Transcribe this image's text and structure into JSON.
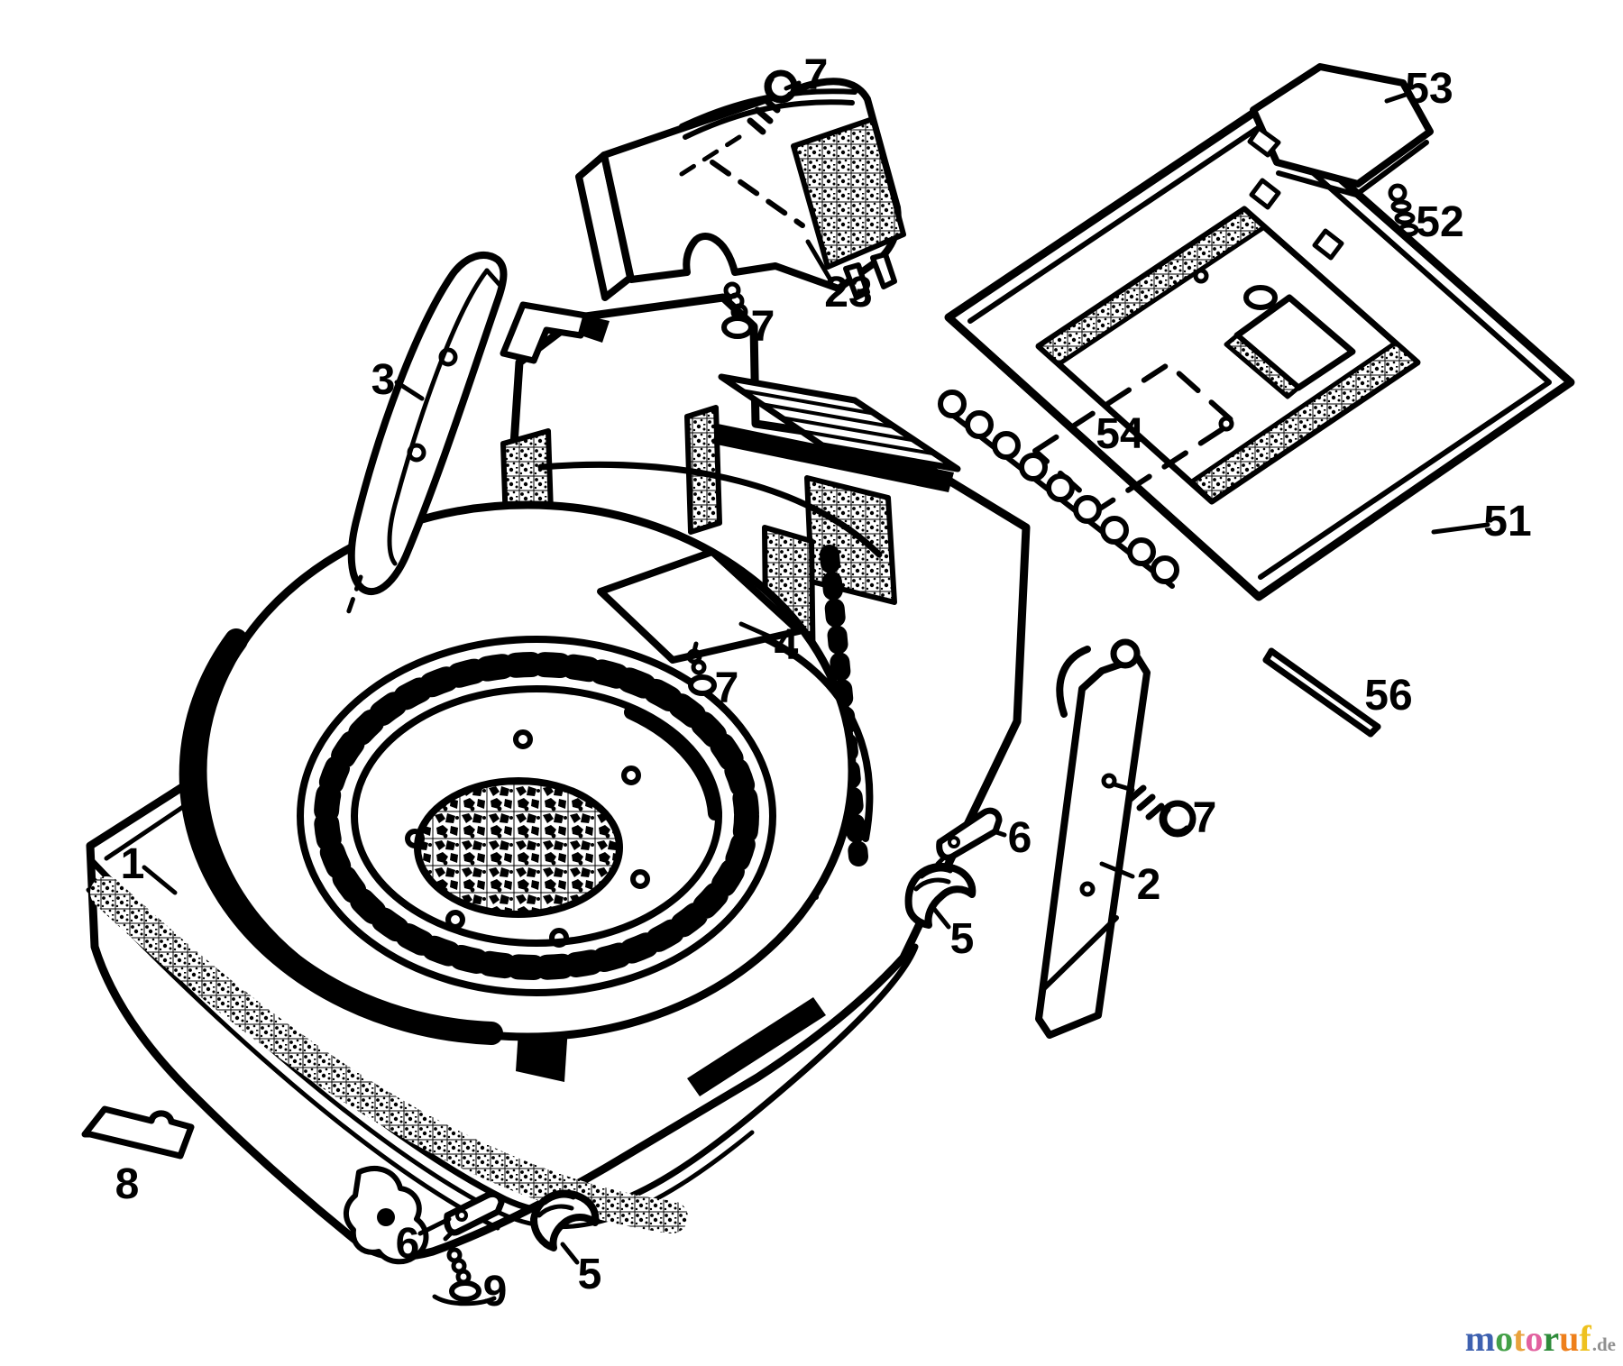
{
  "figure": {
    "type": "exploded-parts-diagram",
    "background_color": "#ffffff",
    "line_color": "#000000"
  },
  "part_labels": [
    {
      "id": "7a",
      "text": "7"
    },
    {
      "id": "23",
      "text": "23"
    },
    {
      "id": "7b",
      "text": "7"
    },
    {
      "id": "3",
      "text": "3"
    },
    {
      "id": "53",
      "text": "53"
    },
    {
      "id": "52",
      "text": "52"
    },
    {
      "id": "54",
      "text": "54"
    },
    {
      "id": "51",
      "text": "51"
    },
    {
      "id": "56",
      "text": "56"
    },
    {
      "id": "4",
      "text": "4"
    },
    {
      "id": "7m",
      "text": "7"
    },
    {
      "id": "6r",
      "text": "6"
    },
    {
      "id": "7c",
      "text": "7"
    },
    {
      "id": "2",
      "text": "2"
    },
    {
      "id": "5r",
      "text": "5"
    },
    {
      "id": "1",
      "text": "1"
    },
    {
      "id": "8",
      "text": "8"
    },
    {
      "id": "6b",
      "text": "6"
    },
    {
      "id": "9",
      "text": "9"
    },
    {
      "id": "5b",
      "text": "5"
    }
  ],
  "watermark": {
    "letters": [
      {
        "char": "m",
        "color": "#3e61b0"
      },
      {
        "char": "o",
        "color": "#43a047"
      },
      {
        "char": "t",
        "color": "#e9a23c"
      },
      {
        "char": "o",
        "color": "#e2619f"
      },
      {
        "char": "r",
        "color": "#2e8b3a"
      },
      {
        "char": "u",
        "color": "#ee7f1b"
      },
      {
        "char": "f",
        "color": "#eec11e"
      }
    ],
    "suffix": ".de",
    "suffix_color": "#909090"
  }
}
